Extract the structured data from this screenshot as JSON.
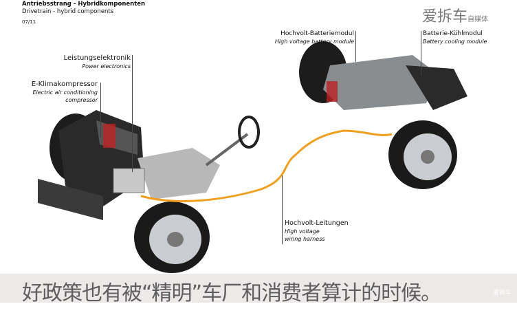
{
  "header": {
    "title_de": "Antriebsstrang - Hybridkomponenten",
    "title_en": "Drivetrain - hybrid components",
    "page": "07/11"
  },
  "watermark": {
    "main": "爱拆车",
    "sub": "自媒体",
    "small": "爱拆车"
  },
  "labels": [
    {
      "de": "Leistungselektronik",
      "en": "Power electronics"
    },
    {
      "de": "E-Klimakompressor",
      "en1": "Electric air conditioning",
      "en2": "compressor"
    },
    {
      "de": "Hochvolt-Batteriemodul",
      "en": "High voltage battery module"
    },
    {
      "de": "Batterie-Kühlmodul",
      "en": "Battery cooling module"
    },
    {
      "de": "Hochvolt-Leitungen",
      "en1": "High voltage",
      "en2": "wiring harness"
    }
  ],
  "caption": "好政策也有被“精明”车厂和消费者算计的时候。",
  "colors": {
    "cable": "#f0a020",
    "caption_bg": "#ece9e8",
    "caption_text": "#5e5e5e"
  }
}
